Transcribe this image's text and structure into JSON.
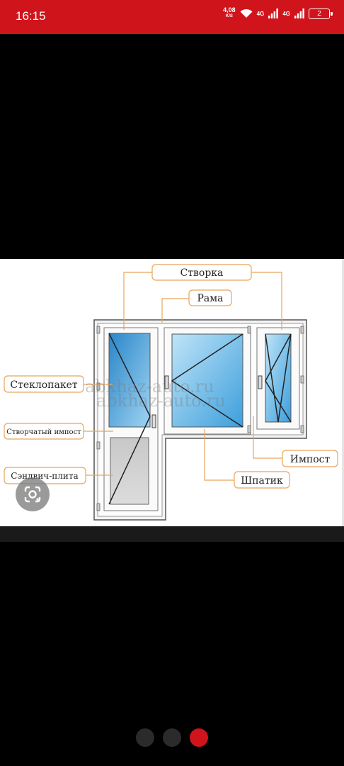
{
  "status_bar": {
    "time": "16:15",
    "speed_value": "4,08",
    "speed_unit": "K/S",
    "network_1": "4G",
    "network_2": "4G",
    "battery": "2"
  },
  "diagram": {
    "labels": {
      "stvorka": "Створка",
      "rama": "Рама",
      "steklopaket": "Стеклопакет",
      "stvorchaty_impost": "Створчатый импост",
      "sendvich_plita": "Сэндвич-плита",
      "impost": "Импост",
      "shpatik": "Шпатик"
    },
    "watermark_1": "abkhaz-auto.ru",
    "watermark_2": "abkhaz-auto.ru"
  },
  "pager": {
    "count": 3,
    "active_index": 2
  }
}
